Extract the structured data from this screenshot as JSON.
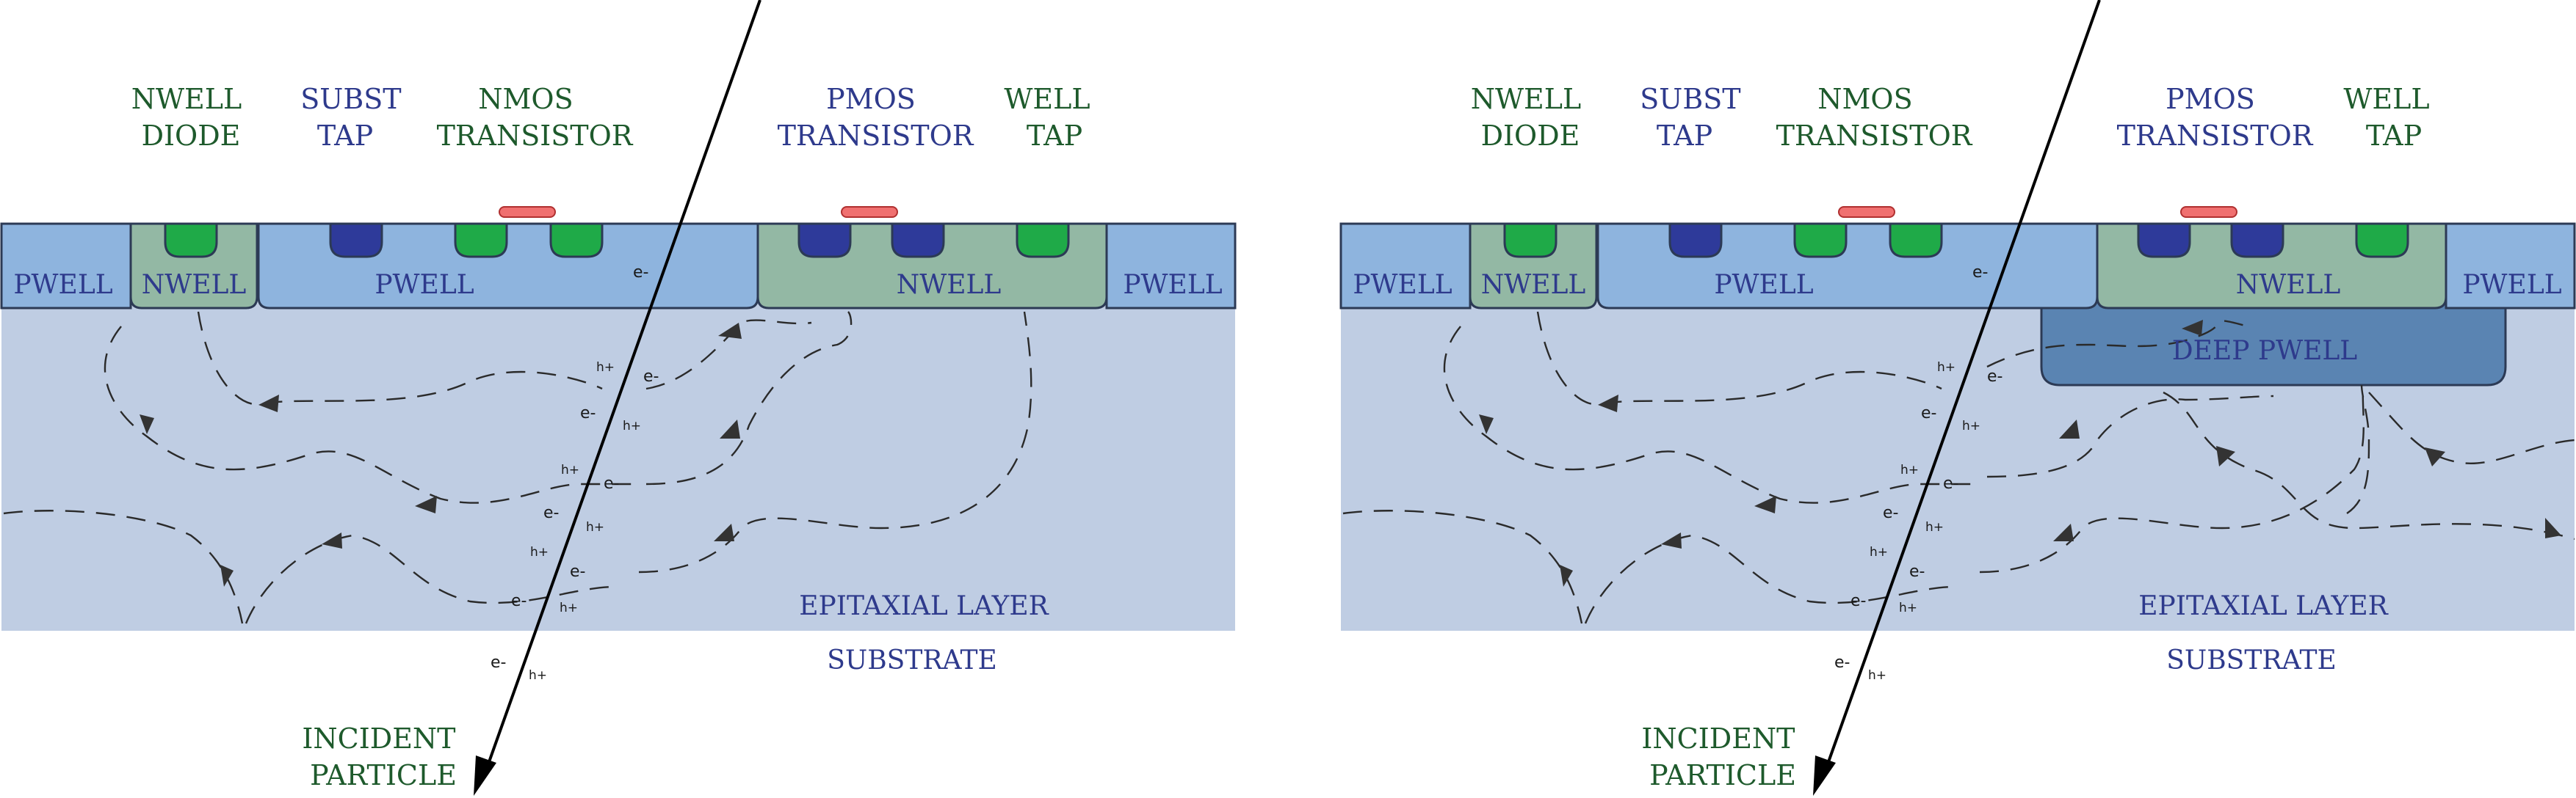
{
  "labels": {
    "nwell_diode": [
      "NWELL",
      "DIODE"
    ],
    "subst_tap": [
      "SUBST",
      "TAP"
    ],
    "nmos": [
      "NMOS",
      "TRANSISTOR"
    ],
    "pmos": [
      "PMOS",
      "TRANSISTOR"
    ],
    "well_tap": [
      "WELL",
      "TAP"
    ],
    "pwell": "PWELL",
    "nwell": "NWELL",
    "deep_pwell": "DEEP PWELL",
    "epitaxial": "EPITAXIAL LAYER",
    "substrate": "SUBSTRATE",
    "incident": [
      "INCIDENT",
      "PARTICLE"
    ]
  },
  "carriers": {
    "electron": "e-",
    "hole": "h+"
  },
  "colors": {
    "epitaxial": "#bfcde3",
    "pwell": "#8eb4de",
    "nwell": "#93b8a4",
    "deep_pwell": "#5a84b2",
    "n_diffusion": "#1faa48",
    "p_diffusion": "#2e3a9a",
    "gate": "#f07070",
    "green_text": "#1e5a2c",
    "blue_text": "#2e3a8c"
  }
}
